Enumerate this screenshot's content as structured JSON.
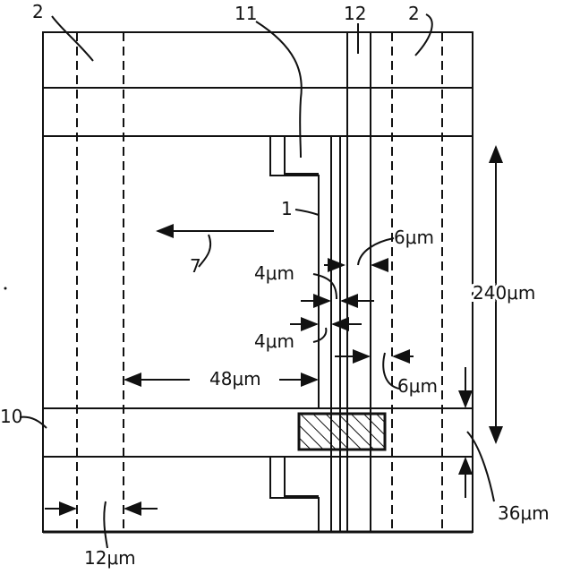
{
  "labels": {
    "ref_2_left": "2",
    "ref_11": "11",
    "ref_12": "12",
    "ref_2_right": "2",
    "ref_1": "1",
    "ref_7": "7",
    "ref_10": "10",
    "dim_6um_top": "6μm",
    "dim_4um_top": "4μm",
    "dim_4um_bottom": "4μm",
    "dim_48um": "48μm",
    "dim_6um_bottom": "6μm",
    "dim_240um": "240μm",
    "dim_36um": "36μm",
    "dim_12um": "12μm"
  }
}
